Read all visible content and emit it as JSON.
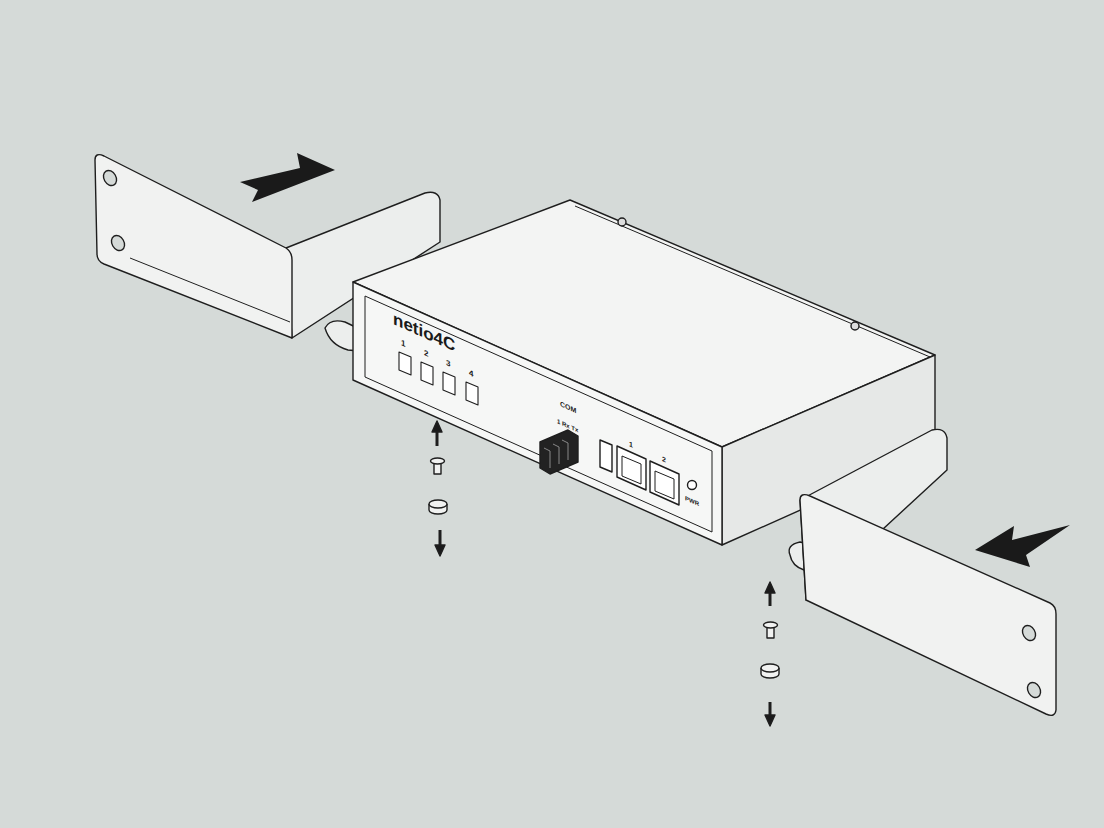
{
  "diagram": {
    "labels": [
      "netio4C",
      "1",
      "2",
      "3",
      "4",
      "COM",
      "1 Rx Tx",
      "1",
      "2",
      "PWR"
    ]
  }
}
